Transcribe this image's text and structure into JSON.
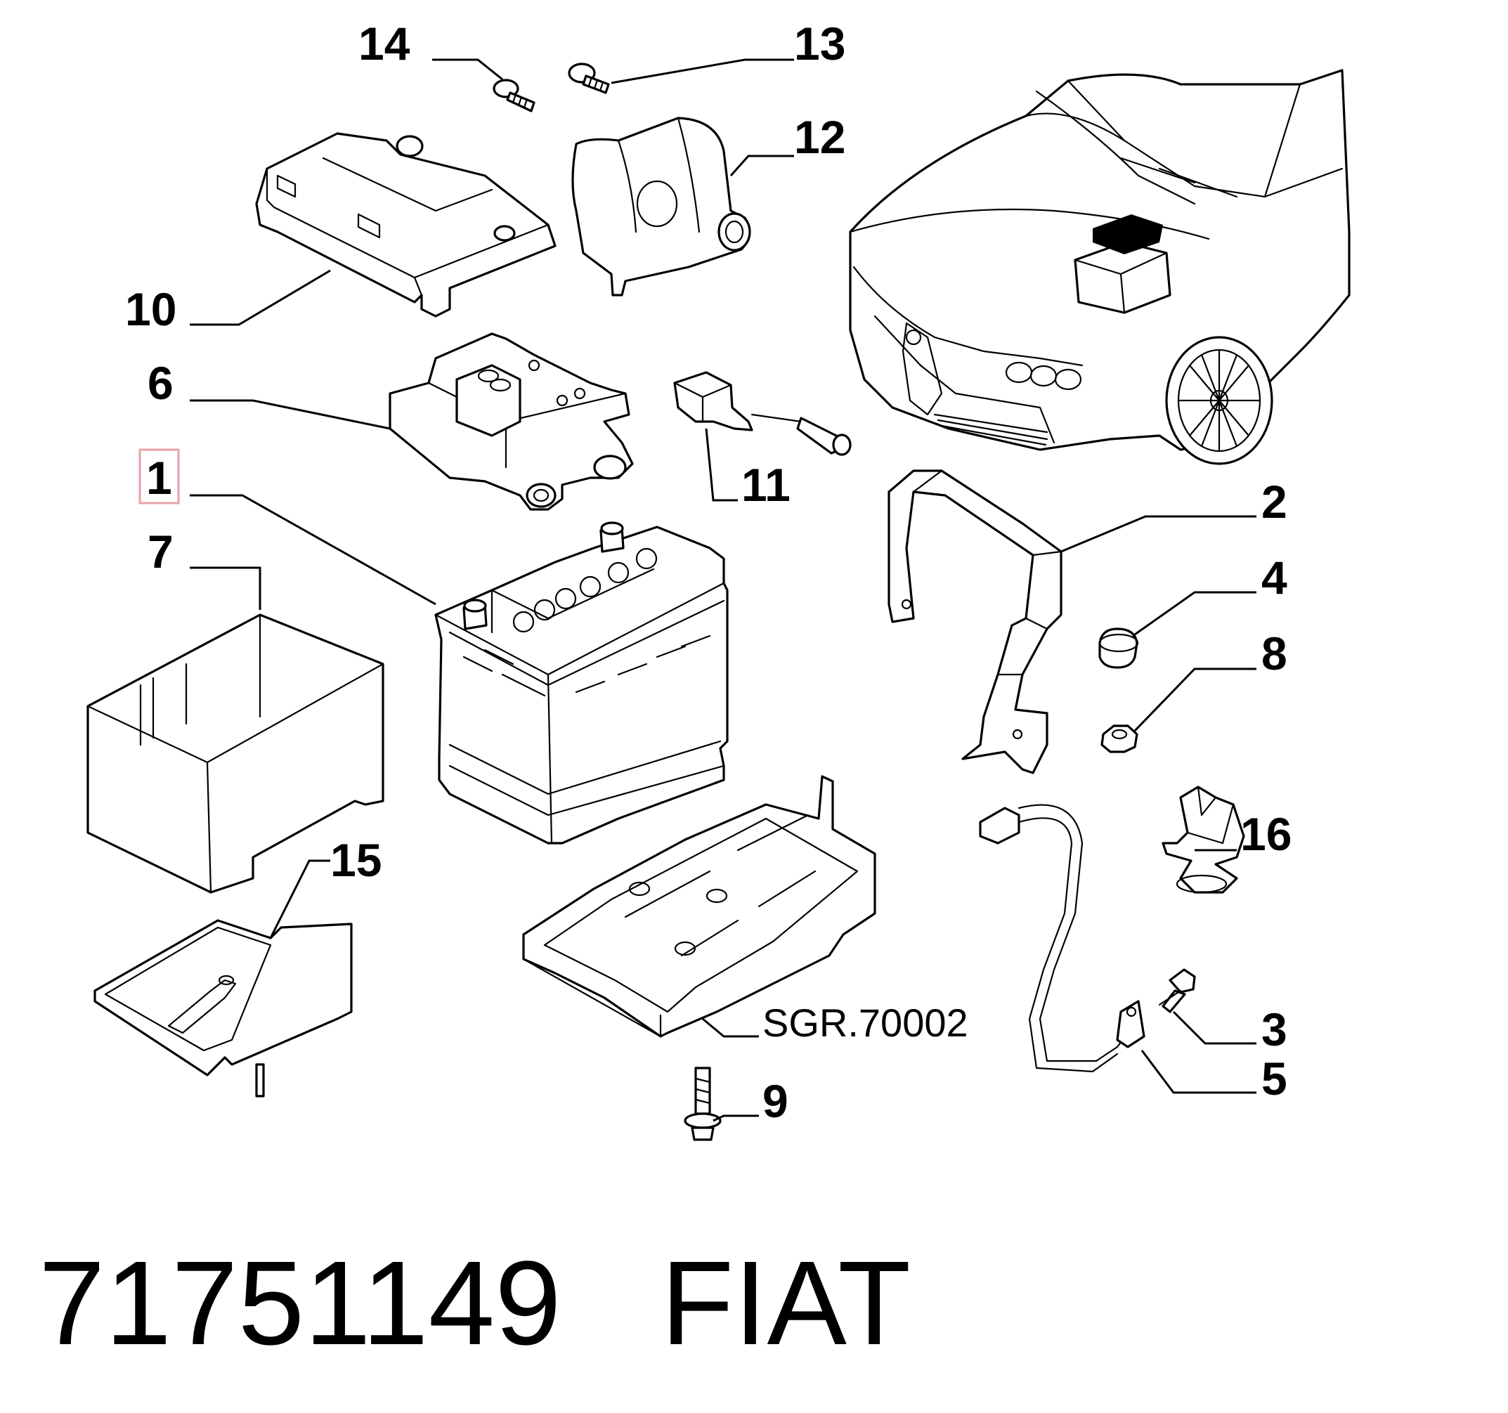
{
  "diagram": {
    "callouts": {
      "c1": "1",
      "c2": "2",
      "c3": "3",
      "c4": "4",
      "c5": "5",
      "c6": "6",
      "c7": "7",
      "c8": "8",
      "c9": "9",
      "c10": "10",
      "c11": "11",
      "c12": "12",
      "c13": "13",
      "c14": "14",
      "c15": "15",
      "c16": "16"
    },
    "highlighted_callout": "1",
    "highlight_color": "#e8a0a8",
    "reference_code": "SGR.70002"
  },
  "footer": {
    "part_number": "71751149",
    "brand": "FIAT"
  }
}
